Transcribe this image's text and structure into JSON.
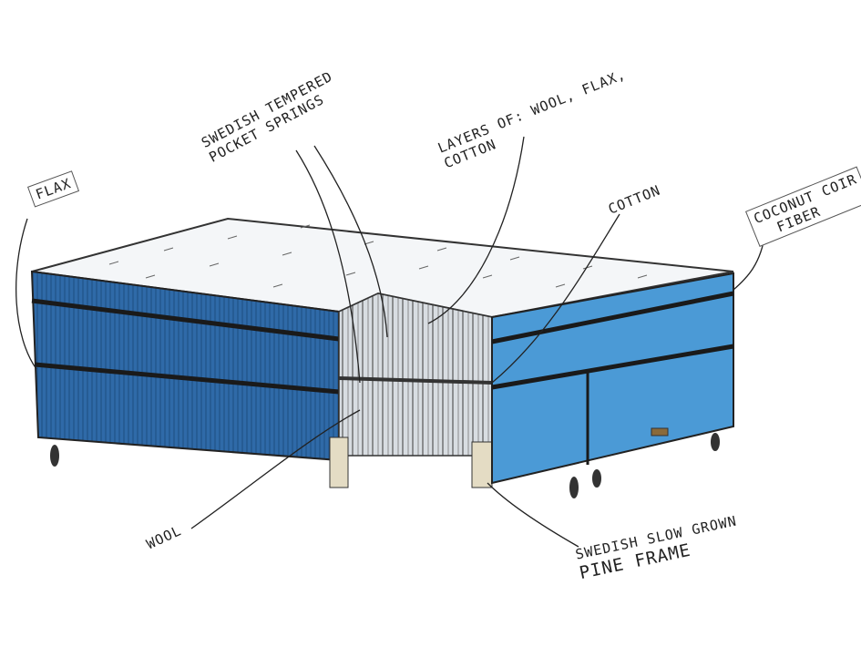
{
  "labels": {
    "flax": "Flax",
    "springs_1": "Swedish tempered",
    "springs_2": "pocket springs",
    "layers_1": "Layers of: wool, flax,",
    "layers_2": "cotton",
    "cotton": "Cotton",
    "coir_1": "Coconut coir",
    "coir_2": "fiber",
    "wool": "Wool",
    "frame_1": "Swedish slow grown",
    "frame_2": "pine frame"
  },
  "colors": {
    "left_blue": "#2f6aa8",
    "right_blue": "#4b9ad6",
    "top_white": "#f4f6f8",
    "springs": "#d8dde2",
    "frame_wood": "#e4dcc4"
  }
}
